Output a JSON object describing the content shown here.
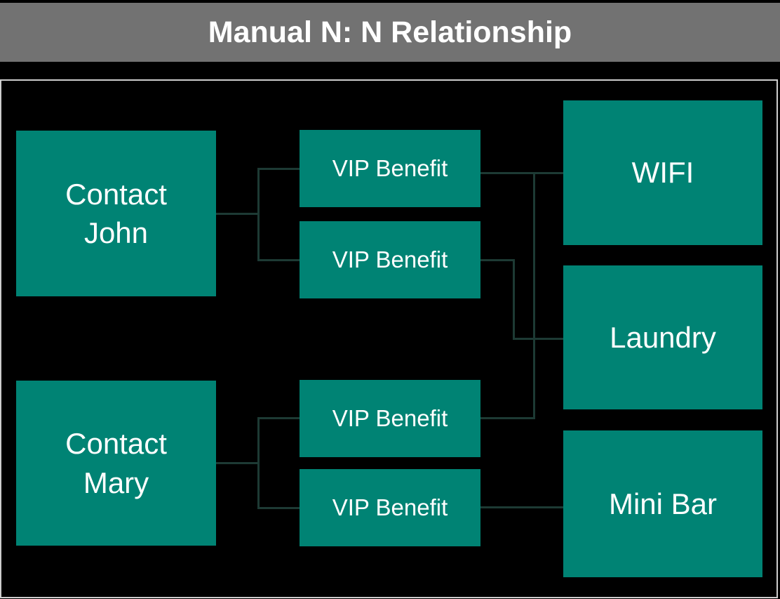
{
  "header": {
    "title": "Manual N: N Relationship"
  },
  "colors": {
    "node_fill": "#008374",
    "node_text": "#ffffff",
    "header_bg": "#727272",
    "header_text": "#ffffff",
    "connector": "#1d3a34",
    "canvas_bg": "#000000",
    "canvas_border": "#cdcdcd"
  },
  "diagram": {
    "contacts": [
      {
        "label": "Contact John"
      },
      {
        "label": "Contact Mary"
      }
    ],
    "junctions": [
      {
        "label": "VIP Benefit"
      },
      {
        "label": "VIP Benefit"
      },
      {
        "label": "VIP Benefit"
      },
      {
        "label": "VIP Benefit"
      }
    ],
    "benefits": [
      {
        "label": "WIFI"
      },
      {
        "label": "Laundry"
      },
      {
        "label": "Mini Bar"
      }
    ],
    "edges": [
      {
        "from": "Contact John",
        "via": "VIP Benefit",
        "to": "WIFI"
      },
      {
        "from": "Contact John",
        "via": "VIP Benefit",
        "to": "Laundry"
      },
      {
        "from": "Contact Mary",
        "via": "VIP Benefit",
        "to": "WIFI"
      },
      {
        "from": "Contact Mary",
        "via": "VIP Benefit",
        "to": "Mini Bar"
      }
    ]
  }
}
